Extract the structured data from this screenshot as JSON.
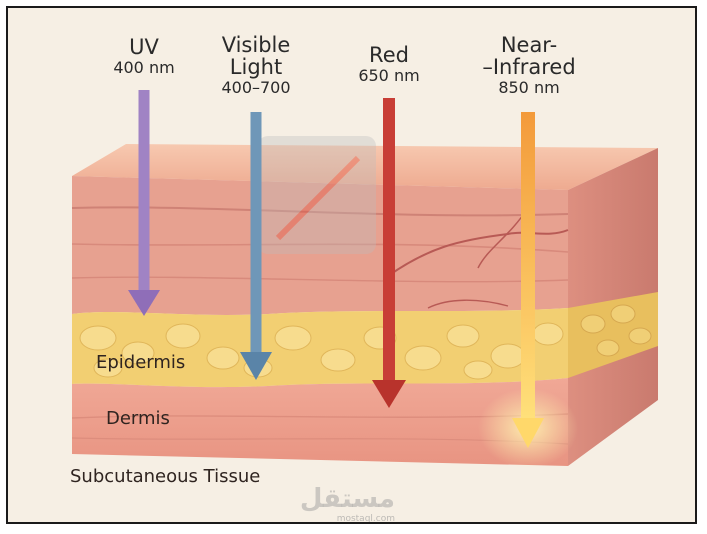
{
  "beams": [
    {
      "name": "UV",
      "name_line2": "",
      "wavelength": "400 nm",
      "color": "#9b7bbf"
    },
    {
      "name": "Visible",
      "name_line2": "Light",
      "wavelength": "400–700",
      "color": "#6b93b5"
    },
    {
      "name": "Red",
      "name_line2": "",
      "wavelength": "650 nm",
      "color": "#c9413a"
    },
    {
      "name": "Near-",
      "name_line2": "–Infrared",
      "wavelength": "850 nm",
      "color": "#f0a24a"
    }
  ],
  "layers": {
    "epidermis": "Epidermis",
    "dermis": "Dermis",
    "subcutaneous": "Subcutaneous Tissue"
  },
  "colors": {
    "skin_top": "#f2b39a",
    "skin_band": "#e39a8c",
    "fat": "#f1cf6e",
    "deep": "#eda08e"
  },
  "watermark": {
    "text": "مستقل",
    "url": "mostaql.com"
  }
}
